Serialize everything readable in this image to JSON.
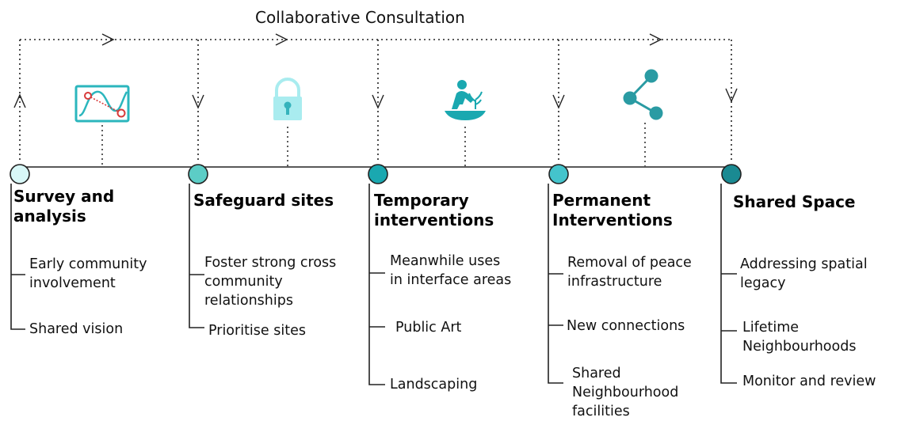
{
  "title": "Collaborative Consultation",
  "stages": [
    {
      "heading": [
        "Survey and",
        "analysis"
      ],
      "icon": "chart-analysis-icon",
      "color": "#d8f7f7",
      "items": [
        [
          "Early community",
          "involvement"
        ],
        [
          "Shared vision"
        ]
      ]
    },
    {
      "heading": [
        "Safeguard sites"
      ],
      "icon": "padlock-icon",
      "color": "#5ccdc6",
      "items": [
        [
          "Foster strong cross",
          "community",
          "relationships"
        ],
        [
          "Prioritise sites"
        ]
      ]
    },
    {
      "heading": [
        "Temporary",
        "interventions"
      ],
      "icon": "gardener-icon",
      "color": "#1aa8b0",
      "items": [
        [
          "Meanwhile uses",
          "in interface areas"
        ],
        [
          "Public Art"
        ],
        [
          "Landscaping"
        ]
      ]
    },
    {
      "heading": [
        "Permanent",
        "Interventions"
      ],
      "icon": "share-network-icon",
      "color": "#44c4cc",
      "items": [
        [
          "Removal of peace",
          "infrastructure"
        ],
        [
          "New connections"
        ],
        [
          "Shared",
          "Neighbourhood",
          "facilities"
        ]
      ]
    },
    {
      "heading": [
        "Shared Space"
      ],
      "icon": null,
      "color": "#1a8a92",
      "items": [
        [
          "Addressing spatial",
          "legacy"
        ],
        [
          "Lifetime",
          "Neighbourhoods"
        ],
        [
          "Monitor and review"
        ]
      ]
    }
  ]
}
